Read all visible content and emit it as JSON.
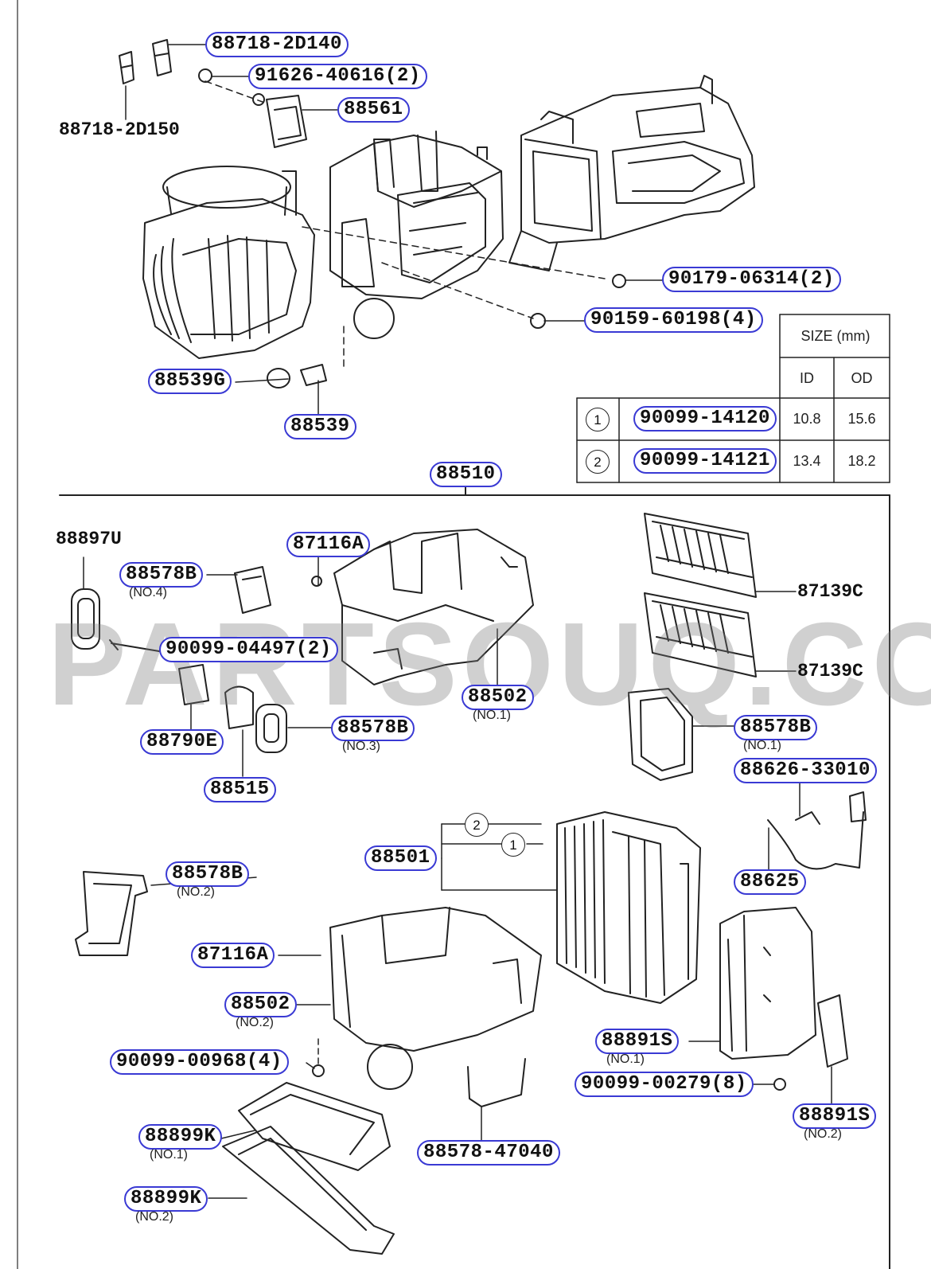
{
  "watermark": "PARTSOUQ.COM",
  "group_label": "88510",
  "standalone_labels": {
    "top_left": "88718-2D150",
    "partial_left": "88897U"
  },
  "callouts": [
    {
      "id": "c1",
      "text": "88718-2D140"
    },
    {
      "id": "c2",
      "text": "91626-40616(2)"
    },
    {
      "id": "c3",
      "text": "88561"
    },
    {
      "id": "c4",
      "text": "90179-06314(2)"
    },
    {
      "id": "c5",
      "text": "90159-60198(4)"
    },
    {
      "id": "c6",
      "text": "88539G"
    },
    {
      "id": "c7",
      "text": "88539"
    },
    {
      "id": "c8",
      "text": "88510"
    },
    {
      "id": "c9",
      "text": "87116A"
    },
    {
      "id": "c10",
      "text": "88578B",
      "sub": "(NO.4)"
    },
    {
      "id": "c11",
      "text": "90099-04497(2)"
    },
    {
      "id": "c12",
      "text": "88502",
      "sub": "(NO.1)"
    },
    {
      "id": "c13",
      "text": "88790E"
    },
    {
      "id": "c14",
      "text": "88578B",
      "sub": "(NO.3)"
    },
    {
      "id": "c15",
      "text": "88515"
    },
    {
      "id": "c16",
      "text": "88578B",
      "sub": "(NO.1)"
    },
    {
      "id": "c17",
      "text": "88626-33010"
    },
    {
      "id": "c18",
      "text": "88501"
    },
    {
      "id": "c19",
      "text": "88625"
    },
    {
      "id": "c20",
      "text": "88578B",
      "sub": "(NO.2)"
    },
    {
      "id": "c21",
      "text": "87116A"
    },
    {
      "id": "c22",
      "text": "88502",
      "sub": "(NO.2)"
    },
    {
      "id": "c23",
      "text": "88891S",
      "sub": "(NO.1)"
    },
    {
      "id": "c24",
      "text": "90099-00968(4)"
    },
    {
      "id": "c25",
      "text": "90099-00279(8)"
    },
    {
      "id": "c26",
      "text": "88899K",
      "sub": "(NO.1)"
    },
    {
      "id": "c27",
      "text": "88578-47040"
    },
    {
      "id": "c28",
      "text": "88891S",
      "sub": "(NO.2)"
    },
    {
      "id": "c29",
      "text": "88899K",
      "sub": "(NO.2)"
    }
  ],
  "plain_right": [
    {
      "id": "p1",
      "text": "87139C"
    },
    {
      "id": "p2",
      "text": "87139C"
    }
  ],
  "size_table": {
    "header": "SIZE (mm)",
    "columns": [
      "ID",
      "OD"
    ],
    "rows": [
      {
        "marker": "1",
        "part": "90099-14120",
        "id": "10.8",
        "od": "15.6"
      },
      {
        "marker": "2",
        "part": "90099-14121",
        "id": "13.4",
        "od": "18.2"
      }
    ]
  },
  "ring_markers": [
    "2",
    "1"
  ]
}
